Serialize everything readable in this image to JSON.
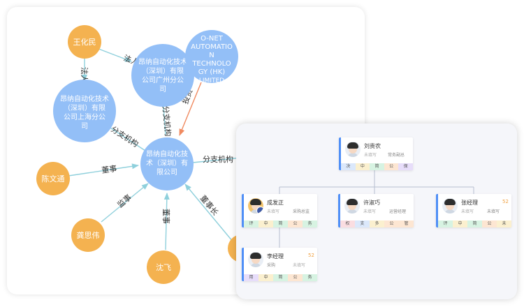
{
  "graph": {
    "center": "昂纳自动化技术（深圳）有限公司",
    "guangzhou": "昂纳自动化技术（深圳）有限公司广州分公司",
    "shanghai": "昂纳自动化技术（深圳）有限公司上海分公司",
    "onet": "O-NET AUTOMATION TECHNOLOGY (HK) LIMITED",
    "persons": {
      "wanghuamin": "王化民",
      "chenwentong": "陈文通",
      "gongsiwei": "龚思伟",
      "shenfei": "沈飞"
    },
    "edge_labels": {
      "faren": "法人",
      "faren2": "法人",
      "branch1": "分支机构",
      "branch2": "分支机构",
      "branch3": "分支机构",
      "invest": "投资",
      "director": "董事",
      "supervisor": "监事",
      "director2": "董事",
      "chairman": "董事长"
    },
    "colors": {
      "company": "#93bff7",
      "person": "#f4b250",
      "edge": "#8fd0dc",
      "edge_orange": "#f08a60"
    }
  },
  "org": {
    "root": {
      "name": "刘贵农",
      "sub1": "未填写",
      "sub2": "常务副总",
      "tags": [
        "决",
        "中",
        "简",
        "公",
        "保"
      ]
    },
    "children": [
      {
        "name": "成发正",
        "sub1": "未填写",
        "sub2": "采购总监",
        "tags": [
          "评",
          "中",
          "简",
          "公",
          "务"
        ]
      },
      {
        "name": "许淑巧",
        "sub1": "未填写",
        "sub2": "运营经理",
        "tags": [
          "权",
          "支",
          "多",
          "公",
          "管"
        ]
      },
      {
        "name": "张经理",
        "sub1": "未填写",
        "sub2": "未填写",
        "num": "52",
        "tags": [
          "评",
          "中",
          "简",
          "公",
          "未"
        ]
      }
    ],
    "grandchild": {
      "name": "李经理",
      "sub1": "采购",
      "sub2": "未填写",
      "num": "52",
      "tags": [
        "用",
        "中",
        "简",
        "公",
        "务"
      ]
    }
  }
}
